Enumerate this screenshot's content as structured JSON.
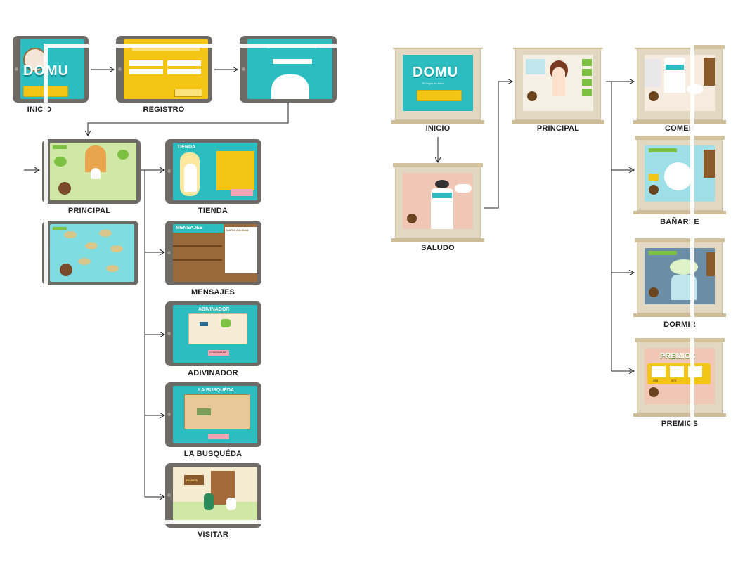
{
  "labels": {
    "inicio_left": "INICIO",
    "registro": "REGISTRO",
    "principal_left": "PRINCIPAL",
    "tienda": "TIENDA",
    "mensajes": "MENSAJES",
    "adivinador": "ADIVINADOR",
    "busqueda": "LA BUSQUÉDA",
    "visitar": "VISITAR",
    "inicio_right": "INICIO",
    "saludo": "SALUDO",
    "principal_right": "PRINCIPAL",
    "comer": "COMER",
    "banarse": "BAÑARSE",
    "dormir": "DORMIR",
    "premios": "PREMIOS"
  },
  "screens": {
    "domu_logo": "DOMU",
    "domu_tagline": "El hogar de todos",
    "tienda_title": "TIENDA",
    "mensajes_title": "MENSAJES",
    "mensajes_contact": "MARIA JULIANA",
    "adivinador_title": "ADIVINADOR",
    "busqueda_title": "LA BUSQUÉDA",
    "premios_title": "PREMIOS",
    "continuar": "CONTINUAR",
    "visitar_sign": "JUANITA",
    "premios_items": [
      "X50",
      "X75"
    ]
  },
  "colors": {
    "teal": "#2bbdc0",
    "yellow": "#f5c515",
    "green": "#7cc142",
    "wood": "#9a6a3a",
    "tablet": "#6e6b66",
    "frame": "#e2d7c0",
    "pink": "#f0c7b4"
  }
}
